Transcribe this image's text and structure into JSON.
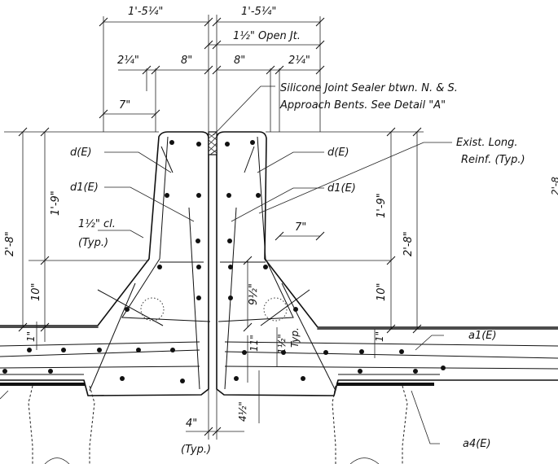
{
  "dimensions": {
    "top_width_left": "1'-5¼\"",
    "top_width_right": "1'-5¼\"",
    "open_joint": "1½\" Open Jt.",
    "offset_left_a": "2¼\"",
    "offset_left_b": "8\"",
    "offset_right_a": "8\"",
    "offset_right_b": "2¼\"",
    "offset_left_7": "7\"",
    "offset_right_7": "7\"",
    "height_total_left": "2'-8\"",
    "height_total_right": "2'-8\"",
    "height_upper_left": "1'-9\"",
    "height_upper_right": "1'-9\"",
    "height_lower_left": "10\"",
    "height_lower_right": "10\"",
    "haunch_height": "9½\"",
    "deck_left": "1\"",
    "deck_right": "1\"",
    "deck_mid_11": "11\"",
    "deck_mid_1half": "1½\"",
    "deck_typ": "Typ.",
    "bottom_4half": "4½\"",
    "bottom_4": "4\"",
    "bottom_typ": "(Typ.)",
    "cover": "1½\" cl.",
    "cover_typ": "(Typ.)"
  },
  "notes": {
    "sealer_line1": "Silicone Joint Sealer btwn. N. & S.",
    "sealer_line2": "Approach Bents.  See Detail \"A\"",
    "exist_line1": "Exist. Long.",
    "exist_line2": "Reinf. (Typ.)",
    "edge_clip": "2'-8"
  },
  "bars": {
    "d_left": "d(E)",
    "d_right": "d(E)",
    "d1_left": "d1(E)",
    "d1_right": "d1(E)",
    "a1": "a1(E)",
    "a4": "a4(E)"
  }
}
